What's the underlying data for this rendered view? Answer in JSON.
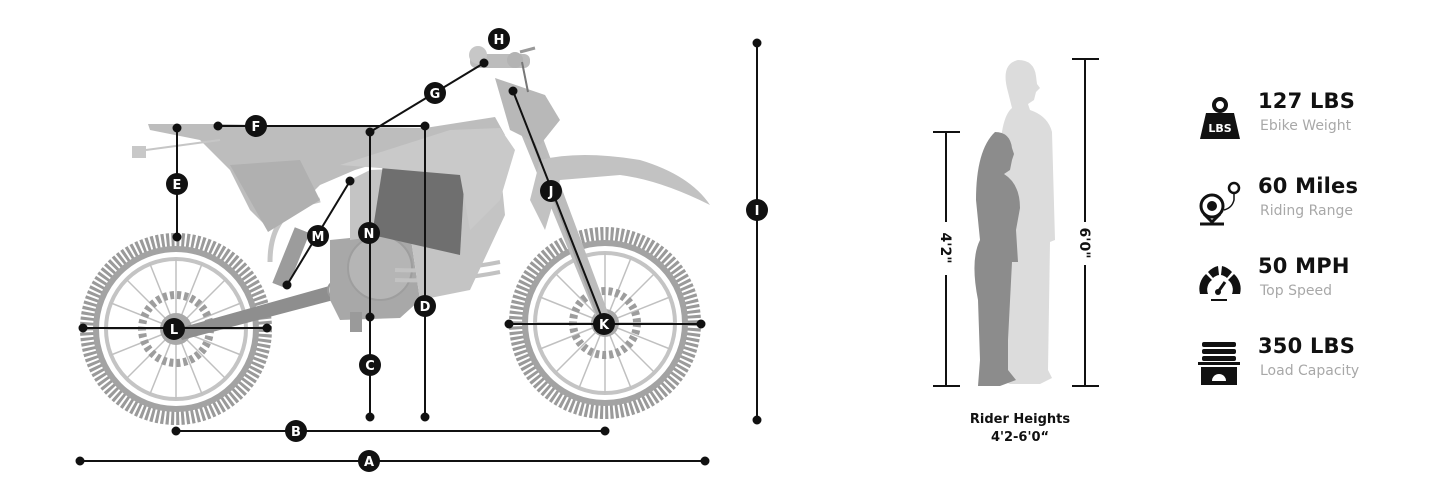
{
  "diagram": {
    "type": "ebike-dimension-diagram",
    "dimension_labels": [
      "A",
      "B",
      "C",
      "D",
      "E",
      "F",
      "G",
      "H",
      "I",
      "J",
      "K",
      "L",
      "M",
      "N"
    ],
    "colors": {
      "bike": "#b9b9b9",
      "bike_dark": "#8e8e8e",
      "battery": "#6f6f6f",
      "tire": "#9a9a9a",
      "line": "#111111",
      "badge": "#111111",
      "badge_text": "#ffffff",
      "rider_small": "#8c8c8c",
      "rider_tall": "#dcdcdc"
    }
  },
  "riders": {
    "small_height": "4'2\"",
    "tall_height": "6'0\"",
    "caption_line1": "Rider Heights",
    "caption_line2": "4'2-6'0“"
  },
  "specs": [
    {
      "icon": "weight-lbs-icon",
      "icon_text": "LBS",
      "value": "127 LBS",
      "label": "Ebike Weight"
    },
    {
      "icon": "range-location-pin-icon",
      "value": "60 Miles",
      "label": "Riding Range"
    },
    {
      "icon": "speedometer-icon",
      "value": "50 MPH",
      "label": "Top Speed"
    },
    {
      "icon": "load-scale-icon",
      "value": "350 LBS",
      "label": "Load Capacity"
    }
  ]
}
